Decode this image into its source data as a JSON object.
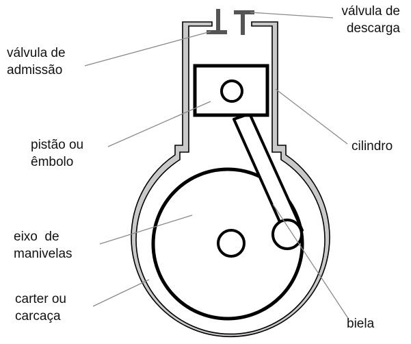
{
  "diagram": {
    "labels": {
      "exhaust_valve": [
        "válvula de",
        "descarga"
      ],
      "intake_valve": [
        "válvula de",
        "admissão"
      ],
      "piston": [
        "pistão ou",
        "êmbolo"
      ],
      "cylinder": [
        "cilindro"
      ],
      "crankshaft": [
        "eixo  de",
        "manivelas"
      ],
      "crankcase": [
        "carter ou",
        "carcaça"
      ],
      "connecting_rod": [
        "biela"
      ]
    },
    "colors": {
      "casing_fill": "#c9c9c9",
      "outline": "#000000",
      "leader": "#8a8a8a",
      "background": "#ffffff"
    }
  }
}
